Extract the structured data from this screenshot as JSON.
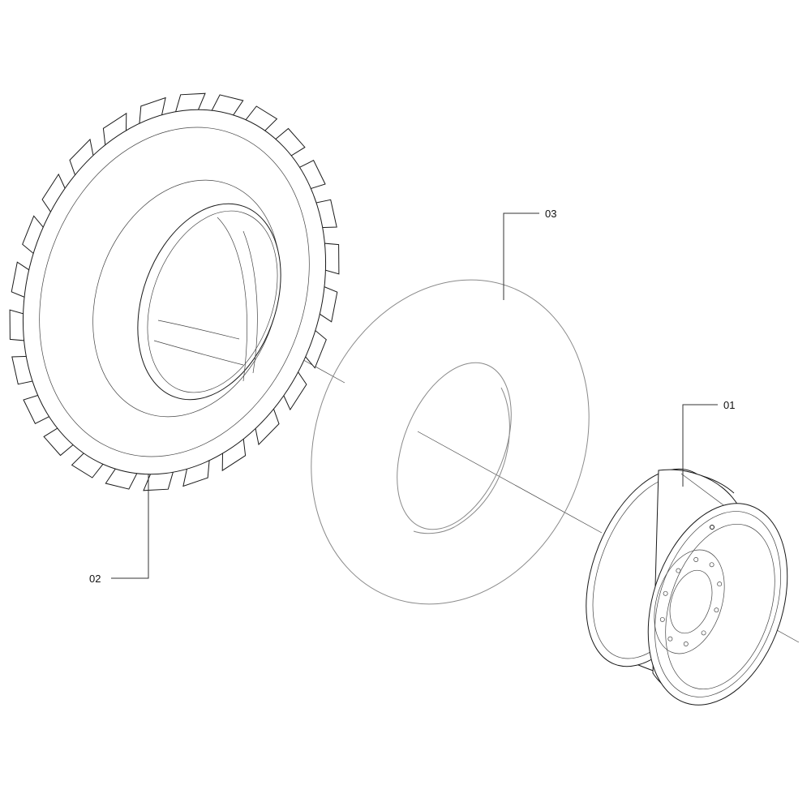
{
  "callouts": {
    "rim": "01",
    "tyre": "02",
    "tube": "03"
  }
}
